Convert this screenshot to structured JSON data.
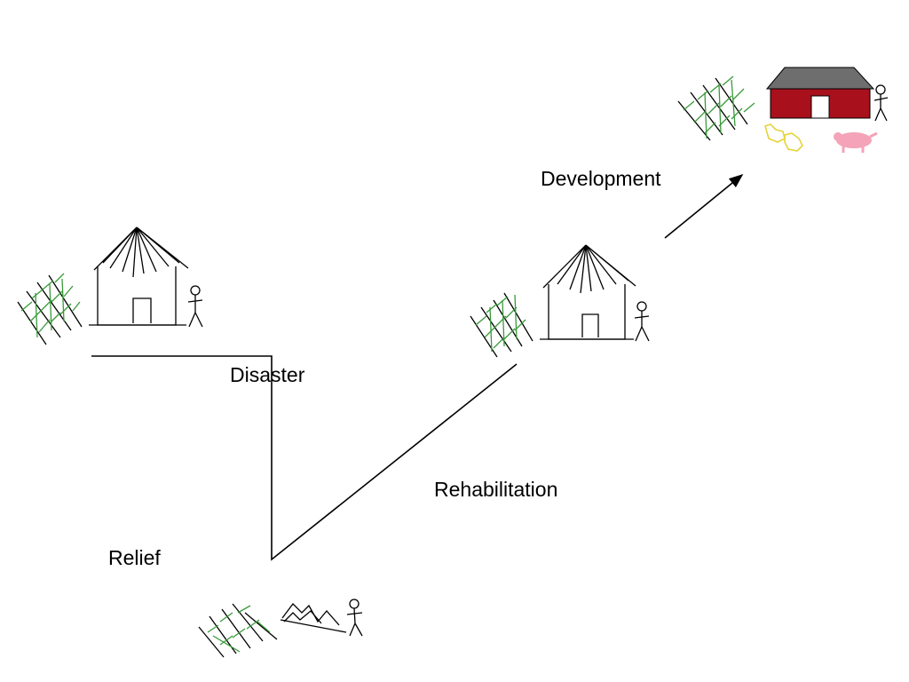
{
  "labels": {
    "development": "Development",
    "disaster": "Disaster",
    "rehabilitation": "Rehabilitation",
    "relief": "Relief"
  },
  "colors": {
    "line": "#000000",
    "crop": "#3a9a3a",
    "barn_wall": "#a8101c",
    "barn_roof": "#6e6e6e",
    "chicken": "#e6d23a",
    "pig": "#f4a3b8"
  },
  "icons": [
    "crop-field-icon",
    "hut-icon",
    "stick-figure-icon",
    "barn-icon",
    "chicken-icon",
    "pig-icon",
    "rubble-icon"
  ]
}
